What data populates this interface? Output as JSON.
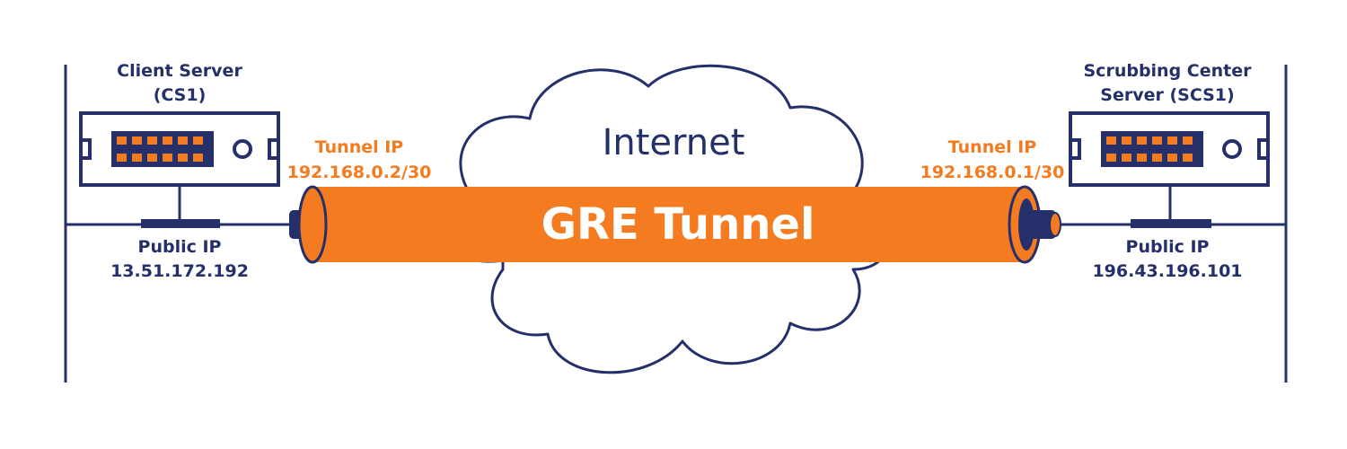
{
  "client": {
    "title_line1": "Client Server",
    "title_line2": "(CS1)",
    "tunnel_ip_label": "Tunnel IP",
    "tunnel_ip": "192.168.0.2/30",
    "public_ip_label": "Public IP",
    "public_ip": "13.51.172.192"
  },
  "scrubbing": {
    "title_line1": "Scrubbing Center",
    "title_line2": "Server (SCS1)",
    "tunnel_ip_label": "Tunnel IP",
    "tunnel_ip": "192.168.0.1/30",
    "public_ip_label": "Public IP",
    "public_ip": "196.43.196.101"
  },
  "cloud_label": "Internet",
  "tunnel_label": "GRE Tunnel",
  "colors": {
    "navy": "#25306b",
    "orange": "#f47b20",
    "background": "#ffffff"
  },
  "icons": [
    "server-icon",
    "cloud-icon",
    "tube-icon"
  ]
}
